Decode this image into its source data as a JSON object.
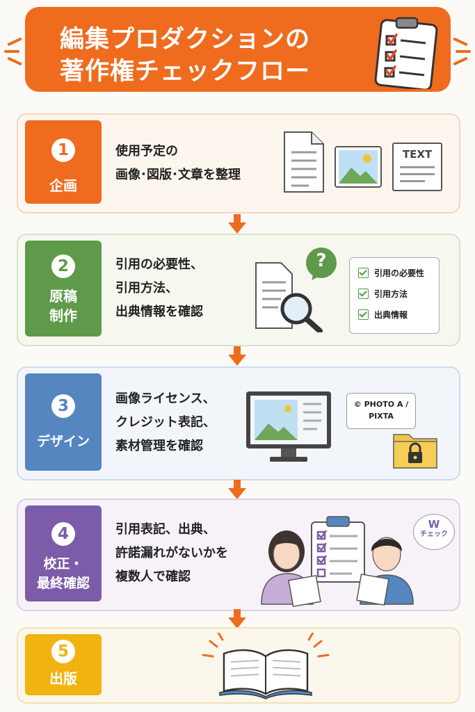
{
  "title": {
    "line1": "編集プロダクションの",
    "line2": "著作権チェックフロー"
  },
  "colors": {
    "orange": "#ef6b1e",
    "green": "#5f9a4a",
    "blue": "#5586c0",
    "purple": "#7c5ba8",
    "yellow": "#f2b311"
  },
  "steps": [
    {
      "number": "1",
      "name": "企画",
      "desc": "使用予定の\n画像･図版･文章を整理",
      "icon_text": "TEXT"
    },
    {
      "number": "2",
      "name": "原稿\n制作",
      "desc": "引用の必要性、\n引用方法、\n出典情報を確認",
      "question": "?",
      "checklist": [
        "引用の必要性",
        "引用方法",
        "出典情報"
      ]
    },
    {
      "number": "3",
      "name": "デザイン",
      "desc": "画像ライセンス、\nクレジット表記、\n素材管理を確認",
      "credit_line1": "© PHOTO A /",
      "credit_line2": "PIXTA"
    },
    {
      "number": "4",
      "name": "校正・\n最終確認",
      "desc": "引用表記、出典、\n許諾漏れがないかを\n複数人で確認",
      "bubble_w": "W",
      "bubble_text": "チェック"
    },
    {
      "number": "5",
      "name": "出版",
      "desc": ""
    }
  ]
}
